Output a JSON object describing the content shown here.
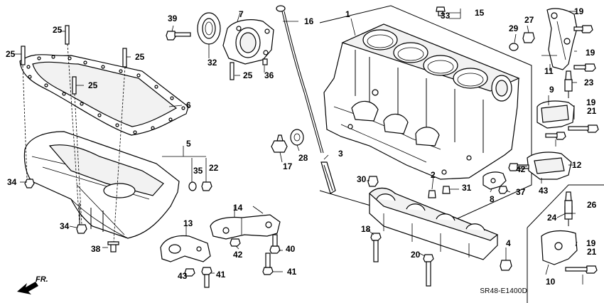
{
  "diagram_code": "SR48-E1400D",
  "direction_label": "FR.",
  "callouts": [
    "1",
    "2",
    "3",
    "4",
    "5",
    "6",
    "7",
    "8",
    "9",
    "10",
    "11",
    "12",
    "13",
    "14",
    "15",
    "16",
    "17",
    "18",
    "19",
    "19",
    "19",
    "19",
    "20",
    "21",
    "21",
    "22",
    "23",
    "24",
    "25",
    "25",
    "25",
    "25",
    "25",
    "26",
    "27",
    "28",
    "29",
    "30",
    "31",
    "32",
    "33",
    "34",
    "34",
    "35",
    "36",
    "37",
    "38",
    "39",
    "40",
    "41",
    "41",
    "42",
    "42",
    "43",
    "43"
  ]
}
